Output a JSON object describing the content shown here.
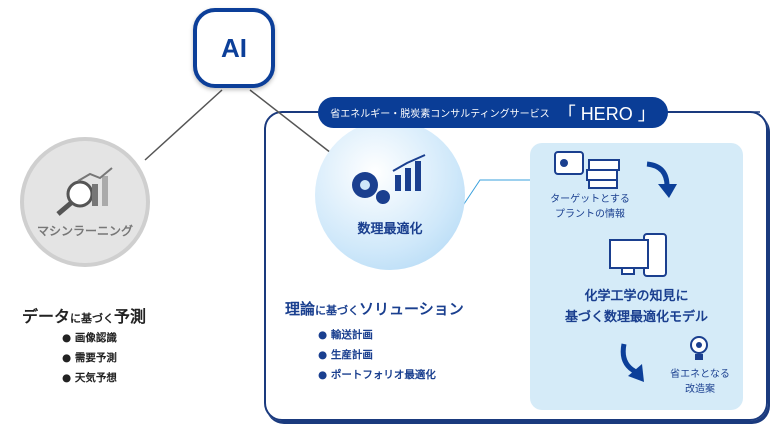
{
  "ai": {
    "label": "AI"
  },
  "banner": {
    "subtitle": "省エネルギー・脱炭素コンサルティングサービス",
    "name": "「 HERO 」"
  },
  "machine_learning": {
    "label": "マシンラーニング",
    "heading_a": "データ",
    "heading_b": "に基づく",
    "heading_c": "予測",
    "bullets": [
      "● 画像認識",
      "● 需要予測",
      "● 天気予想"
    ]
  },
  "optimization": {
    "label": "数理最適化",
    "heading_a": "理論",
    "heading_b": "に基づく",
    "heading_c": "ソリューション",
    "bullets": [
      "● 輸送計画",
      "● 生産計画",
      "● ポートフォリオ最適化"
    ]
  },
  "hero_flow": {
    "step1": [
      "ターゲットとする",
      "プラントの情報"
    ],
    "step2": [
      "化学工学の知見に",
      "基づく数理最適化モデル"
    ],
    "step3": [
      "省エネとなる",
      "改造案"
    ]
  },
  "colors": {
    "primary": "#0c3f99",
    "light": "#d5ebf8"
  }
}
